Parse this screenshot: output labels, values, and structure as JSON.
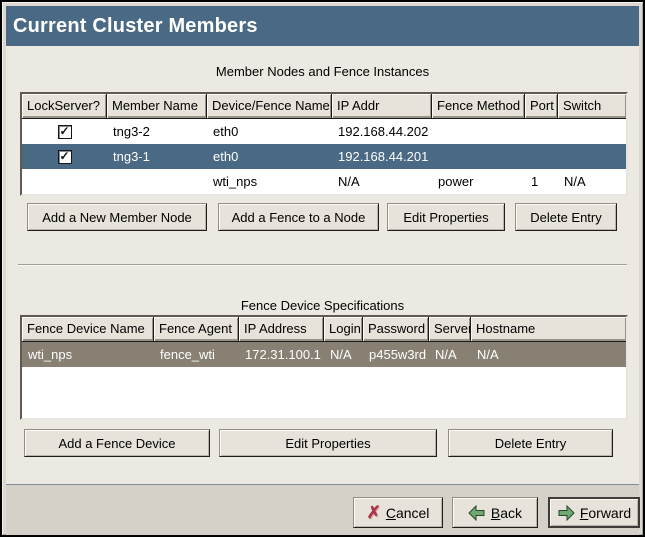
{
  "window": {
    "title": "Current Cluster Members"
  },
  "colors": {
    "titlebar": "#4a6984",
    "selection_active": "#4a6984",
    "selection_inactive": "#878073",
    "content_bg": "#ece9e2",
    "footer_bg": "#d5d1c9"
  },
  "member_section": {
    "caption": "Member Nodes and Fence Instances",
    "columns": [
      "LockServer?",
      "Member Name",
      "Device/Fence Name",
      "IP Addr",
      "Fence Method",
      "Port",
      "Switch"
    ],
    "rows": [
      {
        "lockserver": true,
        "member_name": "tng3-2",
        "device": "eth0",
        "ip": "192.168.44.202",
        "method": "",
        "port": "",
        "switch": "",
        "selected": false
      },
      {
        "lockserver": true,
        "member_name": "tng3-1",
        "device": "eth0",
        "ip": "192.168.44.201",
        "method": "",
        "port": "",
        "switch": "",
        "selected": true
      },
      {
        "lockserver": false,
        "member_name": "",
        "device": "wti_nps",
        "ip": "N/A",
        "method": "power",
        "port": "1",
        "switch": "N/A",
        "selected": false
      }
    ],
    "buttons": [
      "Add a New Member Node",
      "Add a Fence to a Node",
      "Edit Properties",
      "Delete Entry"
    ]
  },
  "fence_section": {
    "caption": "Fence Device Specifications",
    "columns": [
      "Fence Device Name",
      "Fence Agent",
      "IP Address",
      "Login",
      "Password",
      "Server",
      "Hostname"
    ],
    "rows": [
      {
        "name": "wti_nps",
        "agent": "fence_wti",
        "ip": "172.31.100.1",
        "login": "N/A",
        "password": "p455w3rd",
        "server": "N/A",
        "hostname": "N/A",
        "selected": true
      }
    ],
    "buttons": [
      "Add a Fence Device",
      "Edit Properties",
      "Delete Entry"
    ]
  },
  "footer": {
    "cancel_mnemonic": "C",
    "cancel_rest": "ancel",
    "back_mnemonic": "B",
    "back_rest": "ack",
    "forward_mnemonic": "F",
    "forward_rest": "orward"
  },
  "icons": {
    "check_glyph": "✓",
    "cancel_glyph": "✗",
    "back_icon": "left-arrow",
    "forward_icon": "right-arrow"
  }
}
